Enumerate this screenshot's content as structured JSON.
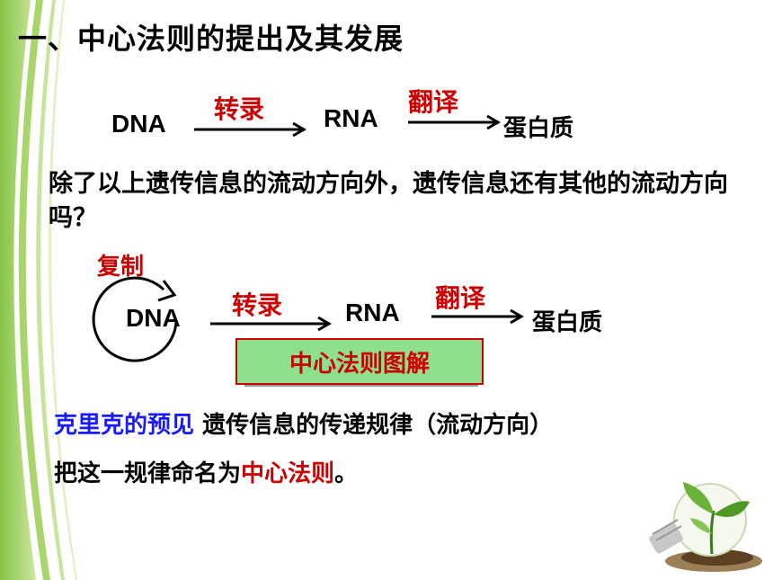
{
  "slide": {
    "title": "一、中心法则的提出及其发展",
    "diagram1": {
      "source": "DNA",
      "step1_label": "转录",
      "middle": "RNA",
      "step2_label": "翻译",
      "target": "蛋白质"
    },
    "question": "除了以上遗传信息的流动方向外，遗传信息还有其他的流动方向吗？",
    "diagram2": {
      "replication_label": "复制",
      "source": "DNA",
      "step1_label": "转录",
      "middle": "RNA",
      "step2_label": "翻译",
      "target": "蛋白质",
      "caption": "中心法则图解"
    },
    "line1": {
      "highlight": "克里克的预见",
      "rest": " 遗传信息的传递规律（流动方向）"
    },
    "line2": {
      "prefix": "把这一规律命名为",
      "highlight": "中心法则",
      "suffix": "。"
    }
  },
  "colors": {
    "accent_red": "#cc0000",
    "accent_blue": "#1a1aff",
    "caption_bg": "#8ee08e",
    "decor_green": "#8cc63f"
  },
  "icons": [
    "green-stripes-decoration",
    "lightbulb-plant-icon"
  ]
}
